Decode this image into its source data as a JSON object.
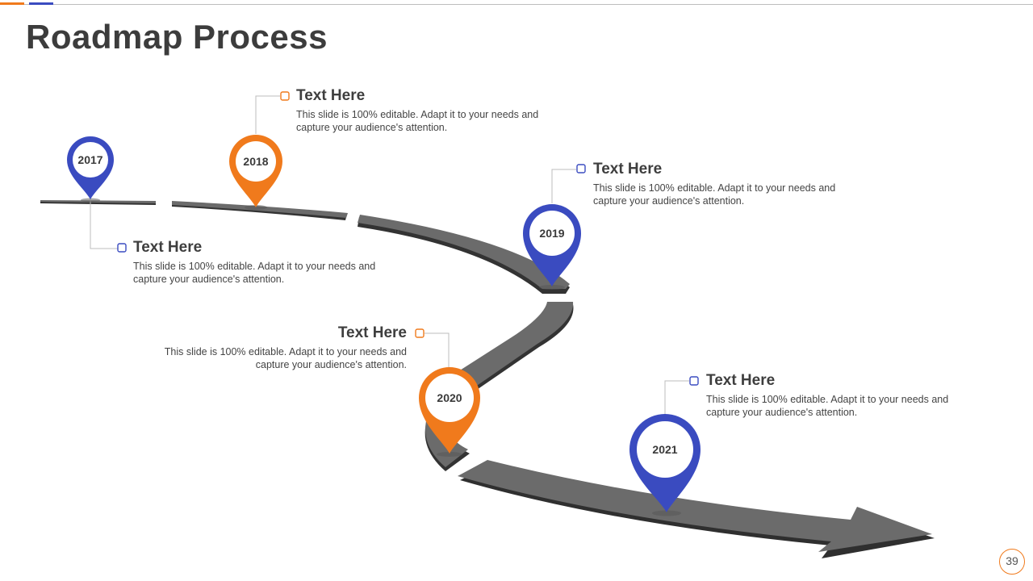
{
  "slide": {
    "title": "Roadmap Process",
    "page_number": "39"
  },
  "colors": {
    "blue": "#3a4bc0",
    "orange": "#f07a1c",
    "road": "#6b6b6b",
    "road_shadow": "#333333"
  },
  "milestones": [
    {
      "year": "2017",
      "color": "blue",
      "heading": "Text Here",
      "body": "This slide is 100% editable. Adapt it to your needs and capture your audience's attention."
    },
    {
      "year": "2018",
      "color": "orange",
      "heading": "Text Here",
      "body": "This slide is 100% editable. Adapt it to your needs and capture your audience's attention."
    },
    {
      "year": "2019",
      "color": "blue",
      "heading": "Text Here",
      "body": "This slide is 100% editable. Adapt it to your needs and capture your audience's attention."
    },
    {
      "year": "2020",
      "color": "orange",
      "heading": "Text Here",
      "body": "This slide is 100% editable. Adapt it to your needs and capture your audience's attention."
    },
    {
      "year": "2021",
      "color": "blue",
      "heading": "Text Here",
      "body": "This slide is 100% editable. Adapt it to your needs and capture your audience's attention."
    }
  ]
}
